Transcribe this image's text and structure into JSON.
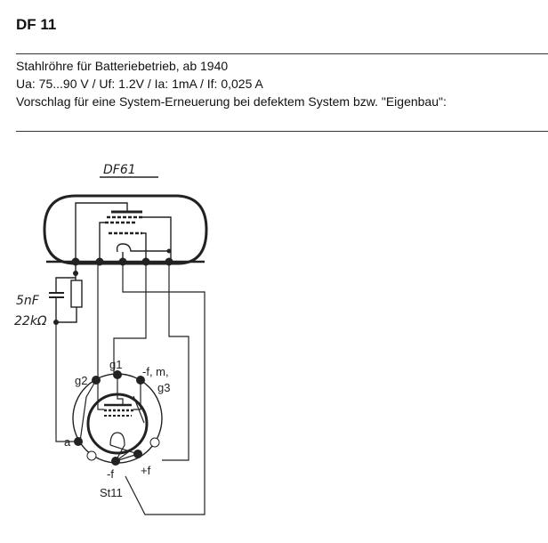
{
  "header": {
    "title": "DF 11"
  },
  "description": {
    "line1": "Stahlröhre für Batteriebetrieb, ab 1940",
    "line2": "Ua: 75...90 V / Uf: 1.2V / Ia: 1mA / If: 0,025 A",
    "line3": "Vorschlag für eine System-Erneuerung bei defektem System bzw. \"Eigenbau\":"
  },
  "diagram": {
    "tube_label": "DF61",
    "capacitor_label": "5nF",
    "resistor_label": "22kΩ",
    "pin_g1": "g1",
    "pin_g2": "g2",
    "pin_fm": "-f, m,",
    "pin_g3": "g3",
    "pin_a": "a",
    "pin_minus_f": "-f",
    "pin_plus_f": "+f",
    "socket_label": "St11"
  }
}
